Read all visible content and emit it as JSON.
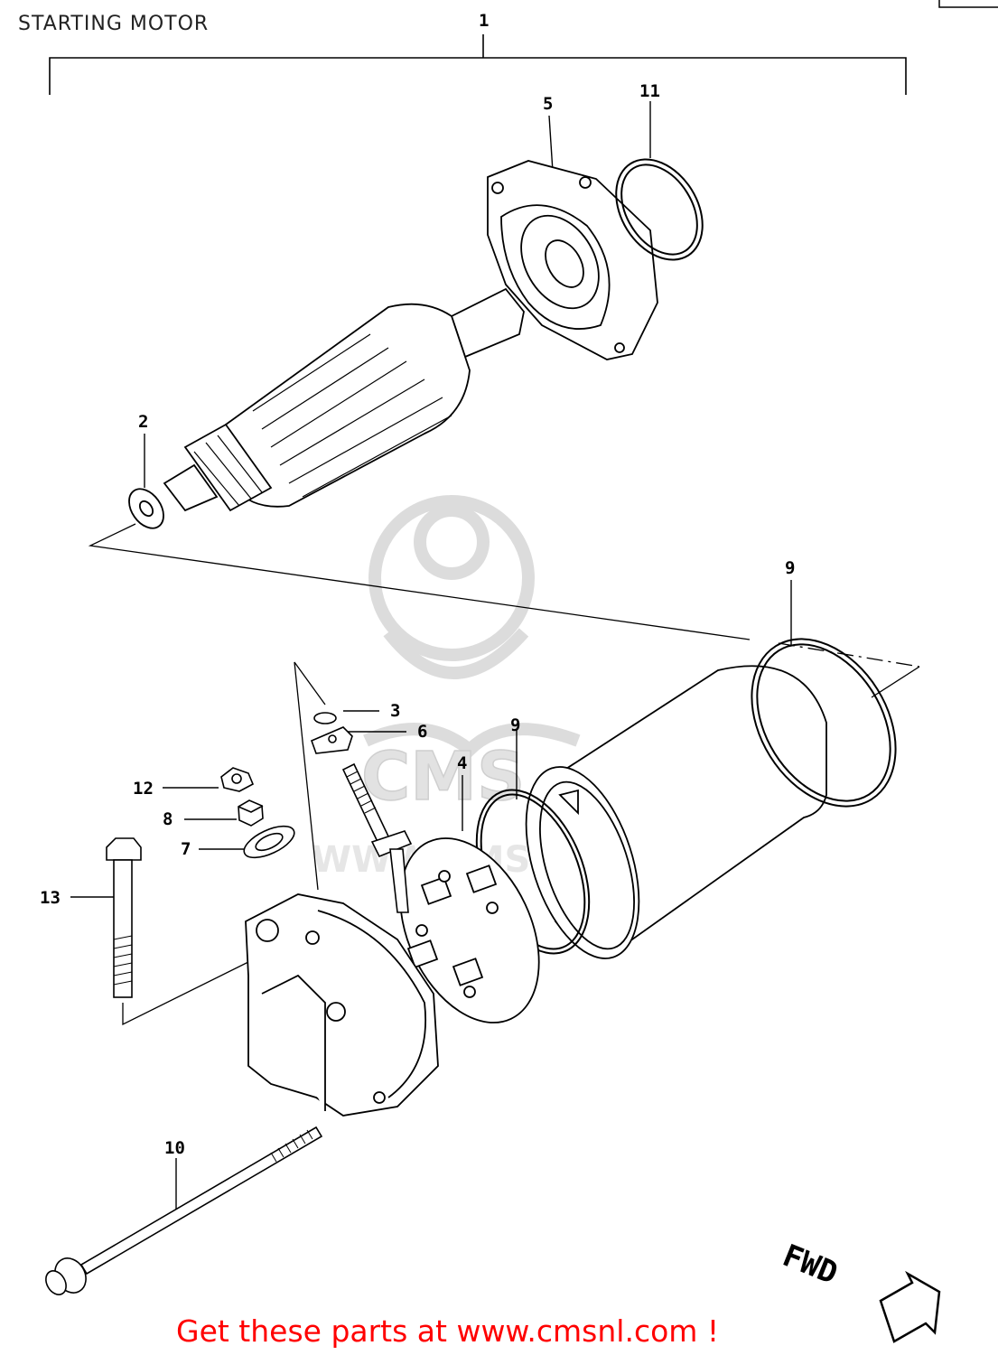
{
  "page": {
    "title": "STARTING MOTOR",
    "footer_link": "Get these parts at www.cmsnl.com !",
    "direction_label": "FWD",
    "watermark_text": "CMS WWW.CMSNL.COM"
  },
  "callouts": [
    {
      "id": "c1",
      "label": "1"
    },
    {
      "id": "c2",
      "label": "2"
    },
    {
      "id": "c3",
      "label": "3"
    },
    {
      "id": "c4",
      "label": "4"
    },
    {
      "id": "c5",
      "label": "5"
    },
    {
      "id": "c6",
      "label": "6"
    },
    {
      "id": "c7",
      "label": "7"
    },
    {
      "id": "c8",
      "label": "8"
    },
    {
      "id": "c9a",
      "label": "9"
    },
    {
      "id": "c9b",
      "label": "9"
    },
    {
      "id": "c10",
      "label": "10"
    },
    {
      "id": "c11",
      "label": "11"
    },
    {
      "id": "c12",
      "label": "12"
    },
    {
      "id": "c13",
      "label": "13"
    }
  ],
  "colors": {
    "line": "#000000",
    "link": "#ff0000",
    "watermark": "#d9d9d9"
  }
}
